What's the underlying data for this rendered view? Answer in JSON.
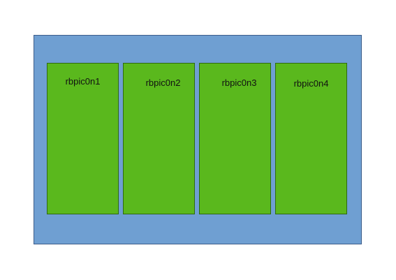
{
  "colors": {
    "container_fill": "#6f9fd2",
    "node_fill": "#5ab81d"
  },
  "nodes": [
    {
      "label": "rbpic0n1"
    },
    {
      "label": "rbpic0n2"
    },
    {
      "label": "rbpic0n3"
    },
    {
      "label": "rbpic0n4"
    }
  ]
}
